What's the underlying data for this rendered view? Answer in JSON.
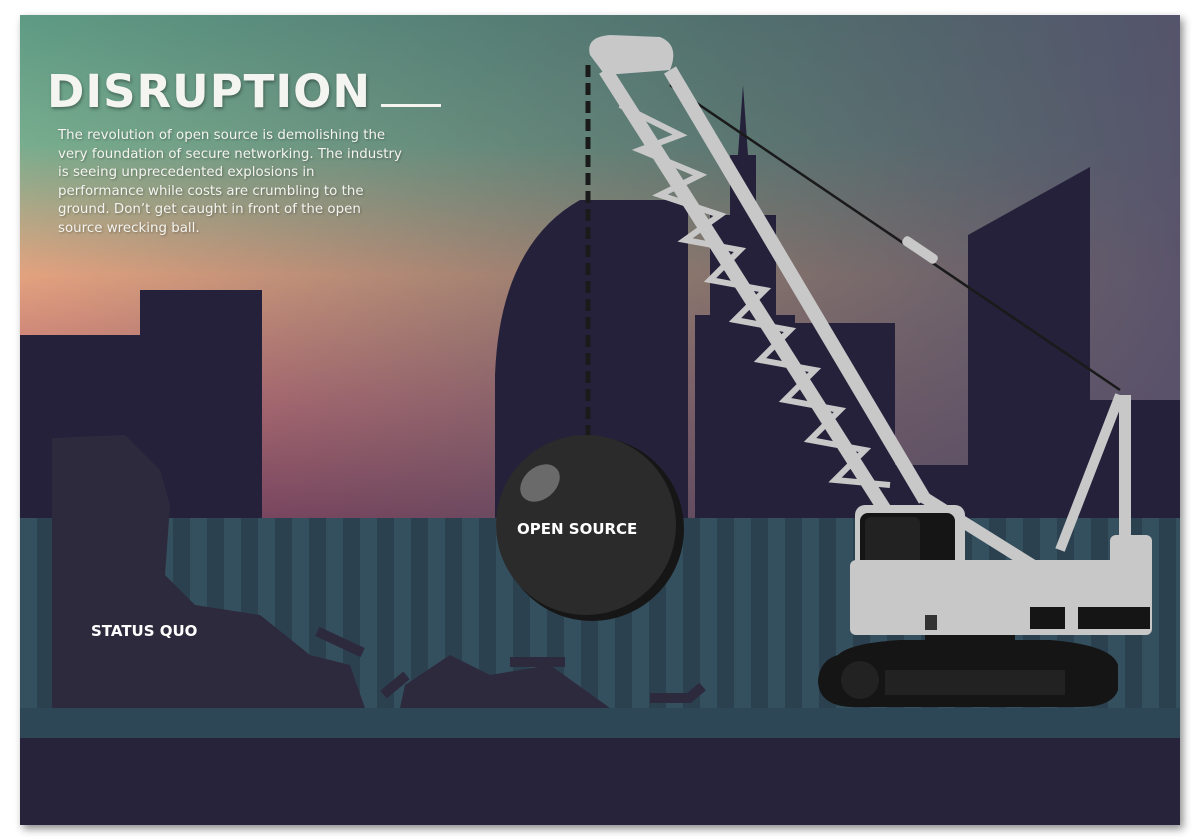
{
  "title": "DISRUPTION",
  "body_text": "The revolution of open source is demolishing the very foundation of secure networking. The industry is seeing unprecedented explosions in performance while costs are crumbling to the ground. Don’t get caught in front of the open source wrecking ball.",
  "labels": {
    "wrecking_ball": "OPEN SOURCE",
    "rubble": "STATUS QUO"
  },
  "colors": {
    "buildings": "#25213a",
    "fence": "#2f4655",
    "crane": "#c8c8c8",
    "ball": "#2b2b2b"
  }
}
